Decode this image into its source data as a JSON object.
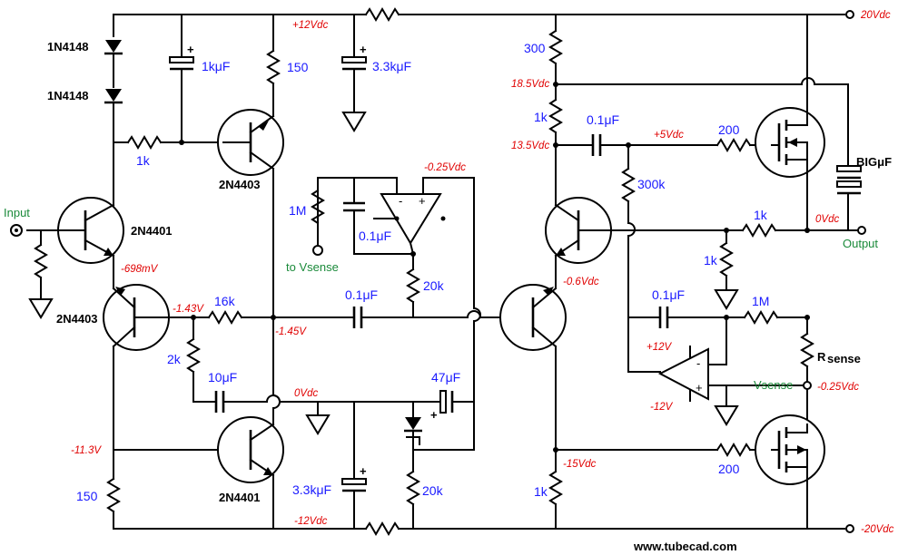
{
  "rails": {
    "pos20": "20Vdc",
    "neg20": "-20Vdc",
    "pos12": "+12Vdc",
    "neg12": "-12Vdc"
  },
  "transistors": {
    "q1": "2N4401",
    "q2": "2N4403",
    "q3": "2N4403",
    "q4": "2N4401"
  },
  "diodes": {
    "d1": "1N4148",
    "d2": "1N4148"
  },
  "capacitors": {
    "c1": "1kμF",
    "c2": "3.3kμF",
    "c3": "0.1μF",
    "c4": "0.1μF",
    "c5": "10μF",
    "c6": "47μF",
    "c7": "3.3kμF",
    "c8": "0.1μF",
    "c9": "0.1μF",
    "c10": "BIGμF"
  },
  "resistors": {
    "r150a": "150",
    "r1k_top": "1k",
    "r1M_left": "1M",
    "r20k_a": "20k",
    "r16k": "16k",
    "r2k": "2k",
    "r150b": "150",
    "r20k_b": "20k",
    "r300": "300",
    "r1k_mid": "1k",
    "r300k": "300k",
    "r200a": "200",
    "r1k_out": "1k",
    "r1k_sense": "1k",
    "r1M_right": "1M",
    "r200b": "200",
    "r1k_bot": "1k"
  },
  "voltages": {
    "v12": "+12Vdc",
    "vm025a": "-0.25Vdc",
    "vm698": "-698mV",
    "vm143": "-1.43V",
    "vm145": "-1.45V",
    "v0a": "0Vdc",
    "vm113": "-11.3V",
    "vm12": "-12Vdc",
    "v185": "18.5Vdc",
    "v135": "13.5Vdc",
    "v5": "+5Vdc",
    "vm06": "-0.6Vdc",
    "v0out": "0Vdc",
    "oa_pos": "+12V",
    "oa_neg": "-12V",
    "vm15": "-15Vdc",
    "vm025b": "-0.25Vdc"
  },
  "labels": {
    "input": "Input",
    "output": "Output",
    "to_vsense": "to Vsense",
    "vsense": "Vsense",
    "rsense_main": "R",
    "rsense_sub": "sense",
    "website": "www.tubecad.com"
  },
  "opamp_pins": {
    "minus": "-",
    "plus": "+"
  }
}
